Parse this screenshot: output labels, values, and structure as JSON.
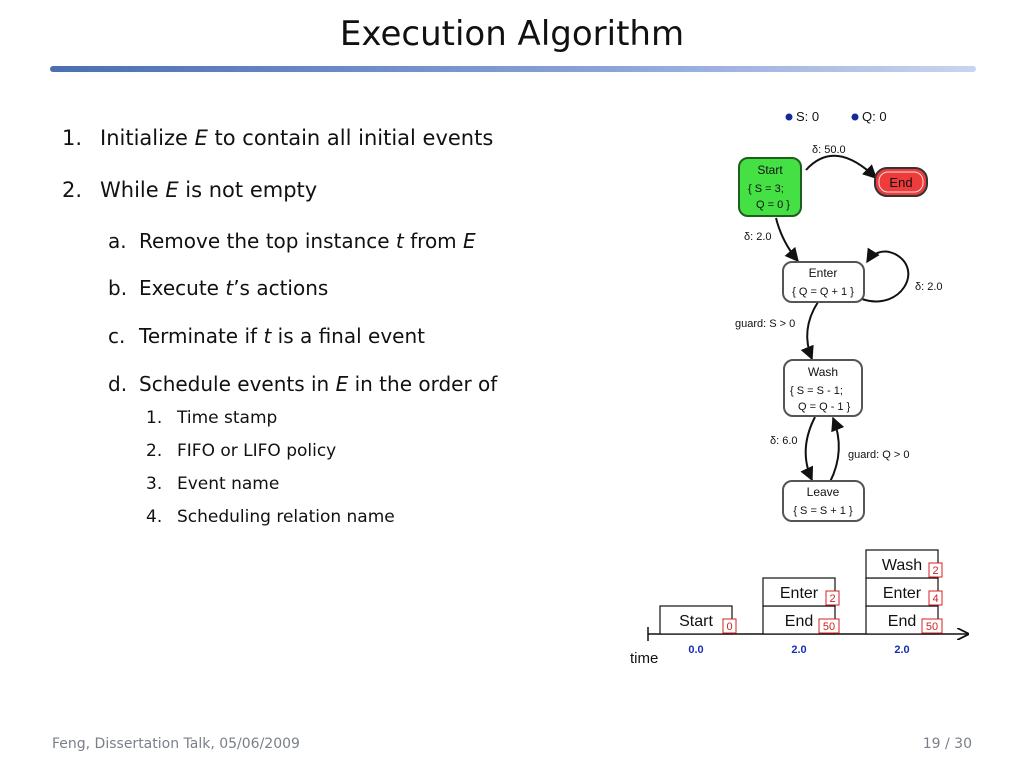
{
  "slide": {
    "title": "Execution Algorithm",
    "footer_left": "Feng, Dissertation Talk, 05/06/2009",
    "footer_right": "19 / 30"
  },
  "algorithm": {
    "step1": {
      "num": "1.",
      "text_before": "Initialize ",
      "var": "E",
      "text_after": " to contain all initial events"
    },
    "step2": {
      "num": "2.",
      "text_before": "While ",
      "var": "E",
      "text_after": " is not empty"
    },
    "sub_a": {
      "num": "a.",
      "text_before": "Remove the top instance ",
      "var": "t",
      "mid": " from ",
      "var2": "E"
    },
    "sub_b": {
      "num": "b.",
      "text_before": "Execute ",
      "var": "t",
      "text_after": "’s actions"
    },
    "sub_c": {
      "num": "c.",
      "text_before": "Terminate if ",
      "var": "t",
      "text_after": " is a final event"
    },
    "sub_d": {
      "num": "d.",
      "text_before": "Schedule events in ",
      "var": "E",
      "text_after": " in the order of"
    },
    "order": [
      {
        "num": "1.",
        "text": "Time stamp"
      },
      {
        "num": "2.",
        "text": "FIFO or LIFO policy"
      },
      {
        "num": "3.",
        "text": "Event name"
      },
      {
        "num": "4.",
        "text": "Scheduling relation name"
      }
    ]
  },
  "graph": {
    "state_vars": [
      {
        "label": "S: 0"
      },
      {
        "label": "Q: 0"
      }
    ],
    "nodes": {
      "start": {
        "name": "Start",
        "line1": "{ S = 3;",
        "line2": "Q = 0 }"
      },
      "end": {
        "name": "End"
      },
      "enter": {
        "name": "Enter",
        "line1": "{ Q = Q + 1 }"
      },
      "wash": {
        "name": "Wash",
        "line1": "{ S = S - 1;",
        "line2": "Q = Q - 1 }"
      },
      "leave": {
        "name": "Leave",
        "line1": "{ S = S + 1 }"
      }
    },
    "edges": {
      "start_end": "δ: 50.0",
      "start_enter": "δ: 2.0",
      "enter_self": "δ: 2.0",
      "enter_wash": "guard: S > 0",
      "wash_leave": "δ: 6.0",
      "leave_wash": "guard: Q > 0"
    },
    "colors": {
      "start_fill": "#44e044",
      "end_fill": "#ee3b3b",
      "state_dot": "#1428a0"
    }
  },
  "timeline": {
    "axis_label": "time",
    "columns": [
      {
        "time": "0.0",
        "events": [
          {
            "name": "Start",
            "tag": "0"
          }
        ]
      },
      {
        "time": "2.0",
        "events": [
          {
            "name": "End",
            "tag": "50"
          },
          {
            "name": "Enter",
            "tag": "2"
          }
        ]
      },
      {
        "time": "2.0",
        "events": [
          {
            "name": "End",
            "tag": "50"
          },
          {
            "name": "Enter",
            "tag": "4"
          },
          {
            "name": "Wash",
            "tag": "2"
          }
        ]
      }
    ],
    "colors": {
      "tag": "#d42020",
      "time_label": "#1a2fb0"
    }
  }
}
